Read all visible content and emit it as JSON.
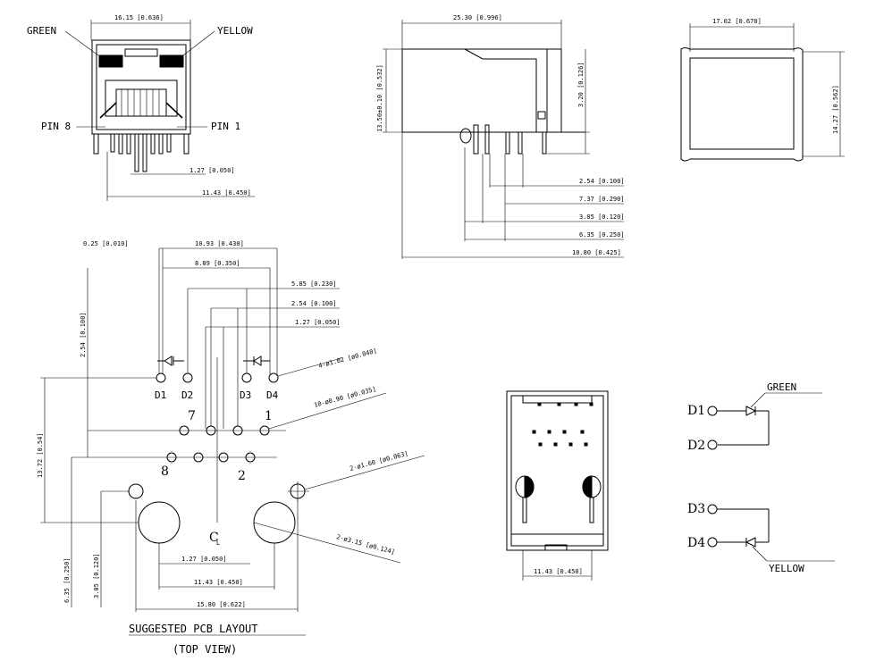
{
  "labels": {
    "green": "GREEN",
    "yellow": "YELLOW",
    "pin8": "PIN 8",
    "pin1": "PIN 1",
    "d1": "D1",
    "d2": "D2",
    "d3": "D3",
    "d4": "D4",
    "pin_7": "7",
    "pin_1": "1",
    "pin_8": "8",
    "pin_2": "2",
    "centerline": "C",
    "centerline_sub": "L",
    "title": "SUGGESTED PCB LAYOUT",
    "subtitle": "(TOP VIEW)"
  },
  "dims": {
    "front_width": "16.15 [0.636]",
    "front_pitch": "1.27 [0.050]",
    "front_span": "11.43 [0.450]",
    "side_length": "25.30 [0.996]",
    "side_height": "13.50±0.10 [0.532]",
    "side_pin": "3.20 [0.126]",
    "side_d1": "2.54 [0.100]",
    "side_d2": "7.37 [0.290]",
    "side_d3": "3.05 [0.120]",
    "side_d4": "6.35 [0.250]",
    "side_d5": "10.80 [0.425]",
    "top_width": "17.02 [0.670]",
    "top_height": "14.27 [0.562]",
    "pcb_offset": "0.25 [0.010]",
    "pcb_w1093": "10.93 [0.430]",
    "pcb_w889": "8.89 [0.350]",
    "pcb_w585": "5.85 [0.230]",
    "pcb_w254": "2.54 [0.100]",
    "pcb_w127": "1.27 [0.050]",
    "pcb_v254": "2.54 [0.100]",
    "pcb_led_holes": "4-ø1.02 [ø0.040]",
    "pcb_sig_holes": "10-ø0.90 [ø0.035]",
    "pcb_mount_small": "2-ø1.60 [ø0.063]",
    "pcb_mount_big": "2-ø3.15 [ø0.124]",
    "pcb_v1372": "13.72 [0.54]",
    "pcb_v635": "6.35 [0.250]",
    "pcb_v305": "3.05 [0.120]",
    "pcb_h127": "1.27 [0.050]",
    "pcb_h1143": "11.43 [0.450]",
    "pcb_h1580": "15.80 [0.622]",
    "bottom_span": "11.43 [0.450]"
  }
}
